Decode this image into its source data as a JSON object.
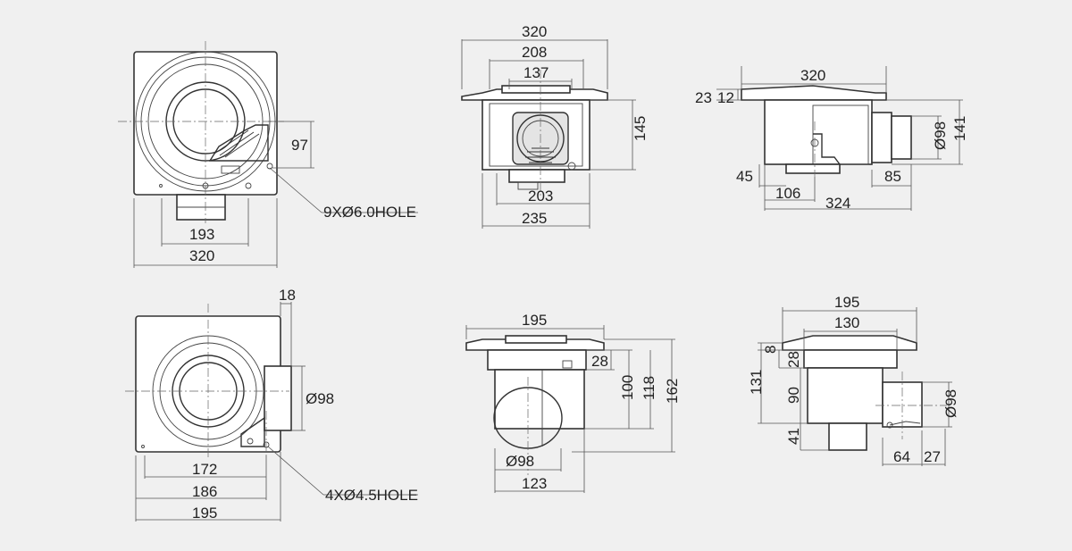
{
  "view_top": {
    "dim_width_outer": "320",
    "dim_inner": "193",
    "dim_offset": "97",
    "hole_label": "9XØ6.0HOLE"
  },
  "view_front": {
    "dim_320": "320",
    "dim_208": "208",
    "dim_137": "137",
    "dim_145": "145",
    "dim_203": "203",
    "dim_235": "235"
  },
  "view_side": {
    "dim_23": "23",
    "dim_12": "12",
    "dim_320": "320",
    "dim_98": "Ø98",
    "dim_141": "141",
    "dim_45": "45",
    "dim_85": "85",
    "dim_106": "106",
    "dim_324": "324"
  },
  "view_small_top": {
    "dim_18": "18",
    "dim_98": "Ø98",
    "dim_172": "172",
    "dim_186": "186",
    "dim_195": "195",
    "hole_label": "4XØ4.5HOLE"
  },
  "view_small_front": {
    "dim_195": "195",
    "dim_28": "28",
    "dim_100": "100",
    "dim_118": "118",
    "dim_162": "162",
    "dim_98": "Ø98",
    "dim_123": "123"
  },
  "view_small_side": {
    "dim_195": "195",
    "dim_130": "130",
    "dim_8": "8",
    "dim_28": "28",
    "dim_131": "131",
    "dim_90": "90",
    "dim_41": "41",
    "dim_98": "Ø98",
    "dim_64": "64",
    "dim_27": "27"
  }
}
